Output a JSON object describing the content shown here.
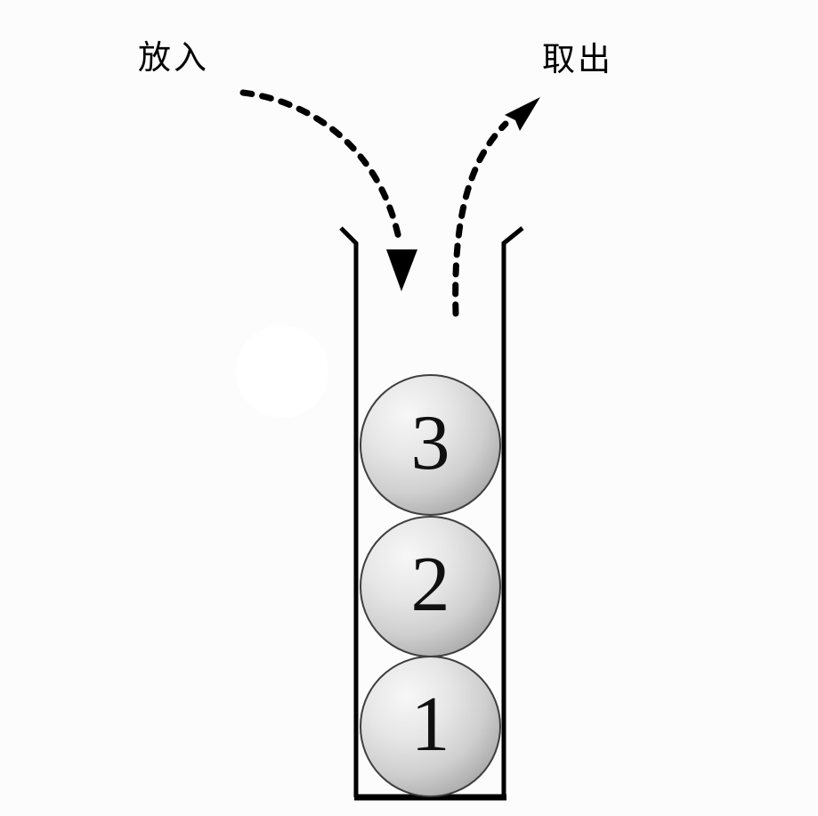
{
  "labels": {
    "push": "放入",
    "pop": "取出"
  },
  "stack": {
    "items": [
      {
        "value": "3",
        "position": "top"
      },
      {
        "value": "2",
        "position": "middle"
      },
      {
        "value": "1",
        "position": "bottom"
      }
    ]
  },
  "icons": {
    "push_arrow": "dashed-curved-arrow-down-into-stack",
    "pop_arrow": "dashed-curved-arrow-up-out-of-stack",
    "container": "open-top-vessel-with-flared-mouth"
  },
  "colors": {
    "background": "#fcfcfc",
    "line": "#000000",
    "ball_highlight": "#f7f7f7",
    "ball_shadow": "#929292",
    "ball_border": "#3f3f3f",
    "text": "#000000",
    "number": "#101010"
  }
}
